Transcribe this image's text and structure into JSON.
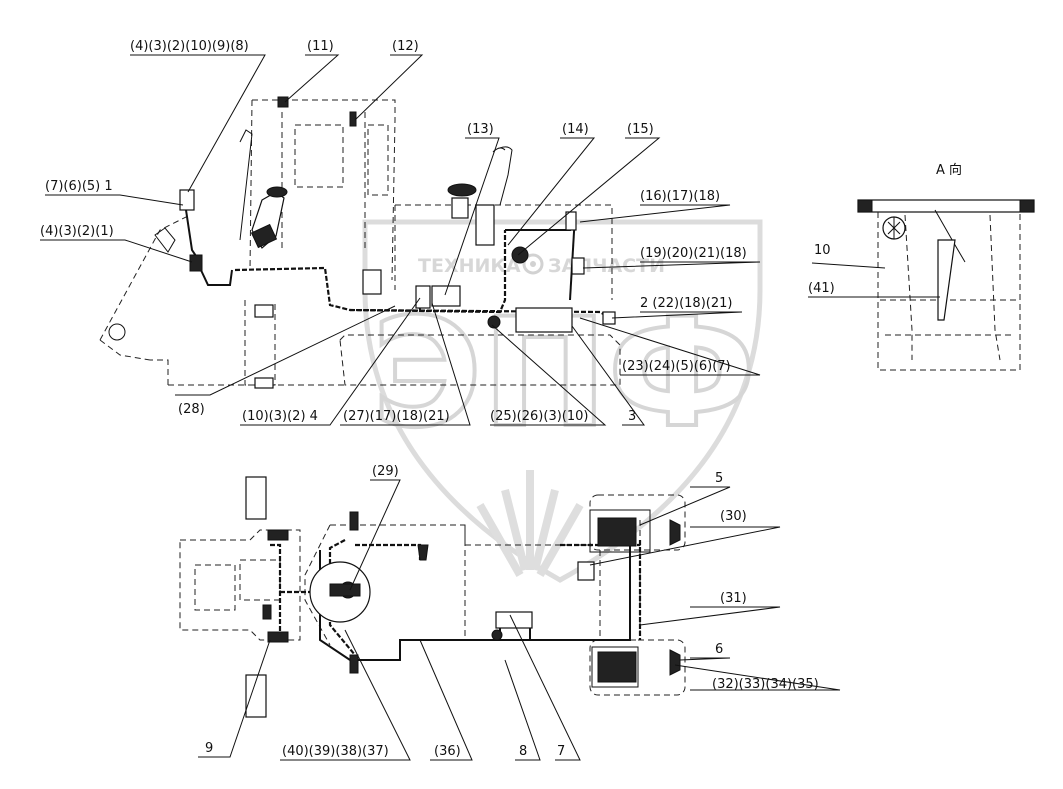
{
  "watermark": {
    "brand_left": "ТЕХНИКА",
    "brand_right": "ЗАПЧАСТИ",
    "logo": "ЭПФ"
  },
  "side_view_labels": {
    "l_4_3_2_10_9_8": "(4)(3)(2)(10)(9)(8)",
    "l_11": "(11)",
    "l_12": "(12)",
    "l_13": "(13)",
    "l_14": "(14)",
    "l_15": "(15)",
    "l_7_6_5_1": "(7)(6)(5) 1",
    "l_4_3_2_1": "(4)(3)(2)(1)",
    "l_16_17_18": "(16)(17)(18)",
    "l_19_20_21_18": "(19)(20)(21)(18)",
    "l_2_22_18_21": "2 (22)(18)(21)",
    "l_23_24_5_6_7": "(23)(24)(5)(6)(7)",
    "l_28": "(28)",
    "l_10_3_2_4": "(10)(3)(2) 4",
    "l_27_17_18_21": "(27)(17)(18)(21)",
    "l_25_26_3_10": "(25)(26)(3)(10)",
    "l_3": "3"
  },
  "a_view": {
    "title": "A 向",
    "l_10": "10",
    "l_41": "(41)"
  },
  "top_view_labels": {
    "l_29": "(29)",
    "l_5": "5",
    "l_30": "(30)",
    "l_31": "(31)",
    "l_6": "6",
    "l_32_33_34_35": "(32)(33)(34)(35)",
    "l_9": "9",
    "l_40_39_38_37": "(40)(39)(38)(37)",
    "l_36": "(36)",
    "l_8": "8",
    "l_7": "7"
  }
}
